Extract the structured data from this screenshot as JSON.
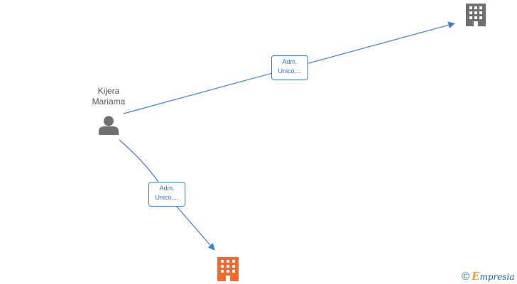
{
  "person": {
    "name_line1": "Kijera",
    "name_line2": "Mariama",
    "icon": "person-icon"
  },
  "companies": [
    {
      "id": "company-top-right",
      "icon": "building-icon",
      "color": "#707070"
    },
    {
      "id": "company-bottom",
      "icon": "building-icon",
      "color": "#f26a2e"
    }
  ],
  "edges": [
    {
      "from": "person",
      "to": "company-top-right",
      "label_line1": "Adm.",
      "label_line2": "Unico,..."
    },
    {
      "from": "person",
      "to": "company-bottom",
      "label_line1": "Adm.",
      "label_line2": "Unico,..."
    }
  ],
  "colors": {
    "edge": "#3f7fd9",
    "person_icon": "#707070"
  },
  "watermark": {
    "copyright": "©",
    "brand_first": "E",
    "brand_rest": "mpresia"
  }
}
